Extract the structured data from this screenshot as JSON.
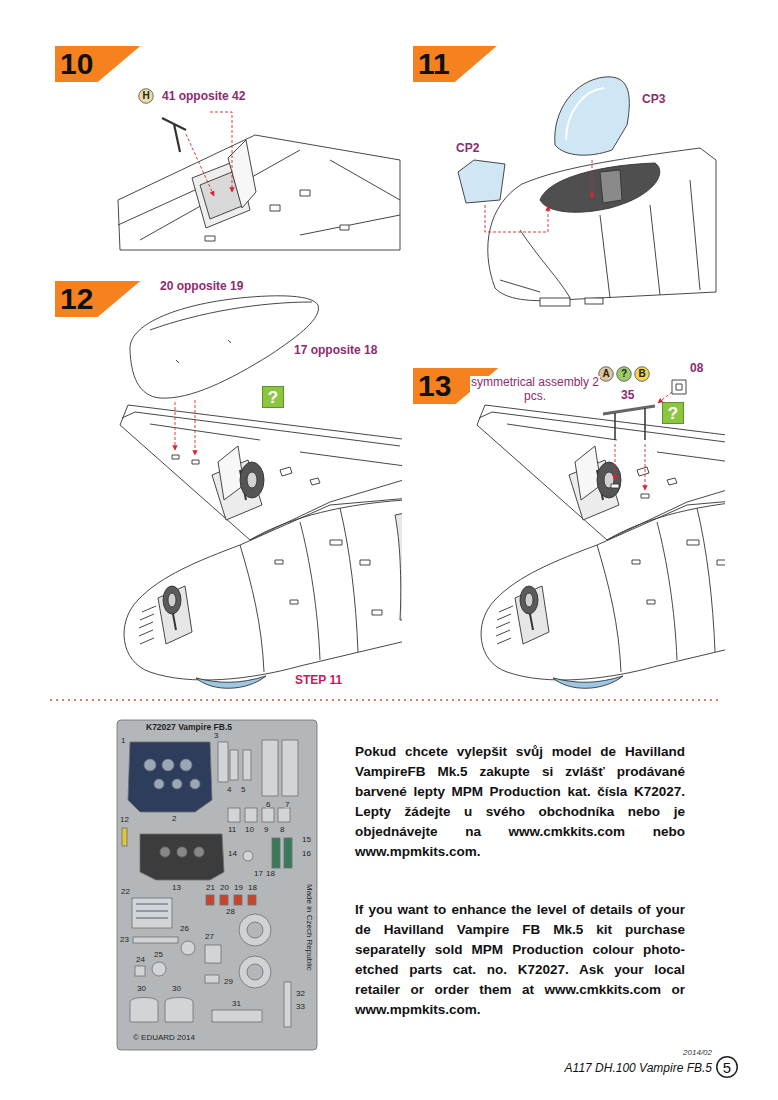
{
  "diagram": {
    "nodes": [
      {
        "text": [
          "10"
        ]
      },
      {
        "text": [
          "H"
        ]
      },
      {
        "text": [
          "11"
        ]
      },
      {
        "text": [
          "12"
        ]
      },
      {
        "text": [
          "?"
        ]
      },
      {
        "text": [
          "13"
        ]
      },
      {
        "text": [
          "A"
        ]
      },
      {
        "text": [
          "?"
        ]
      },
      {
        "text": [
          "B"
        ]
      },
      {
        "text": [
          "?"
        ]
      },
      {
        "text": [
          "5"
        ]
      }
    ],
    "labels": [
      "41 opposite 42",
      "CP3",
      "CP2",
      "20 opposite 19",
      "17 opposite 18",
      "STEP 11",
      "symmetrical assembly 2 pcs.",
      "35",
      "08",
      "K72027 Vampire FB.5",
      "1",
      "2",
      "3",
      "4",
      "5",
      "6",
      "7",
      "11",
      "10",
      "9",
      "8",
      "12",
      "13",
      "14",
      "15",
      "16",
      "17",
      "18",
      "21",
      "20",
      "19",
      "18",
      "22",
      "23",
      "24",
      "25",
      "26",
      "27",
      "28",
      "29",
      "30",
      "30",
      "31",
      "32",
      "33",
      "Made in Czech Republic",
      "© EDUARD 2014",
      "Pokud chcete vylepšit svůj model de Havilland VampireFB Mk.5 zakupte si zvlášť prodávané barvené lepty MPM Production kat. čísla K72027. Lepty žádejte u svého obchodníka nebo je objednávejte na www.cmkkits.com nebo www.mpmkits.com.",
      "If you want to enhance the level of details of your de Havilland Vampire FB Mk.5 kit purchase separatelly sold MPM Production colour photo-etched parts cat. no. K72027. Ask your local retailer or order them at www.cmkkits.com or www.mpmkits.com.",
      "2014/02",
      "A117 DH.100 Vampire FB.5"
    ]
  }
}
